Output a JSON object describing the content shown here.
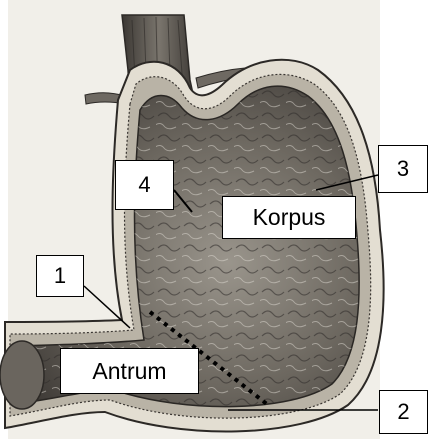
{
  "diagram": {
    "labels": {
      "one": "1",
      "two": "2",
      "three": "3",
      "four": "4",
      "korpus": "Korpus",
      "antrum": "Antrum"
    },
    "colors": {
      "background": "#ffffff",
      "paper": "#f1efe9",
      "wall_outer": "#e3ded2",
      "mucosa_dark": "#4a4642",
      "mucosa_light": "#8a857c",
      "esophagus": "#5a5550",
      "line": "#000000"
    }
  }
}
